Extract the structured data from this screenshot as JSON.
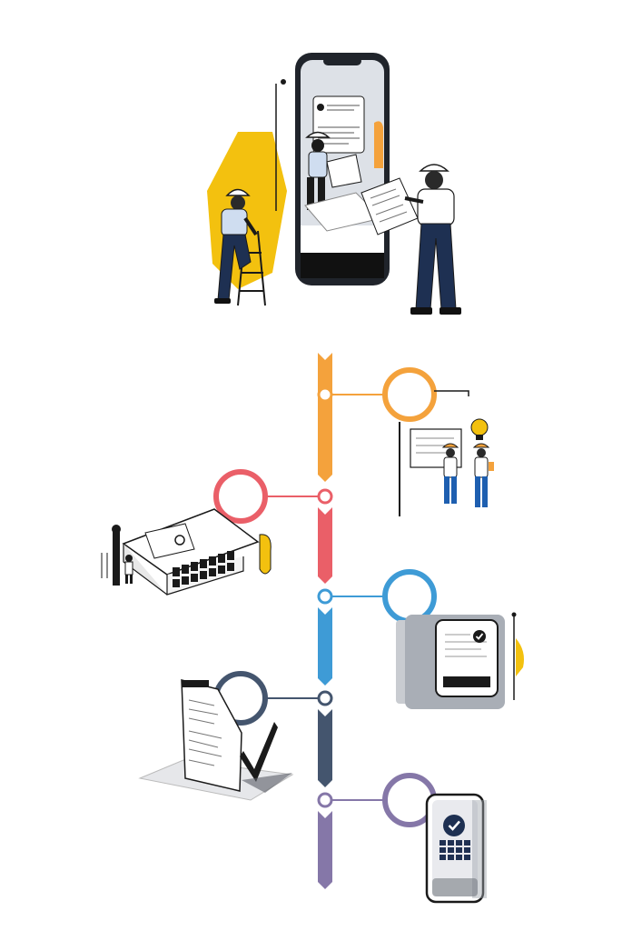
{
  "colors": {
    "step1": "#F4A23C",
    "step2": "#EA5F68",
    "step3": "#3E9BD6",
    "step4": "#44556E",
    "step5": "#8577A8",
    "accent_yellow": "#F3C10F",
    "navy": "#1E3052",
    "ink": "#1A1A1A"
  },
  "hero": {
    "scene": "two-workers-with-smartphone-and-blueprints",
    "icons": [
      "smartphone-icon",
      "hard-hat-icon",
      "ladder-icon",
      "blueprint-icon"
    ]
  },
  "timeline": {
    "steps": [
      {
        "id": "step-1",
        "side": "right",
        "color_key": "step1",
        "illustration": "workers-with-lightbulb-and-screen"
      },
      {
        "id": "step-2",
        "side": "left",
        "color_key": "step2",
        "illustration": "house-with-solar-panels"
      },
      {
        "id": "step-3",
        "side": "right",
        "color_key": "step3",
        "illustration": "device-with-check-screen"
      },
      {
        "id": "step-4",
        "side": "left",
        "color_key": "step4",
        "illustration": "documents-with-checkmark"
      },
      {
        "id": "step-5",
        "side": "right",
        "color_key": "step5",
        "illustration": "smartphone-with-check"
      }
    ]
  }
}
